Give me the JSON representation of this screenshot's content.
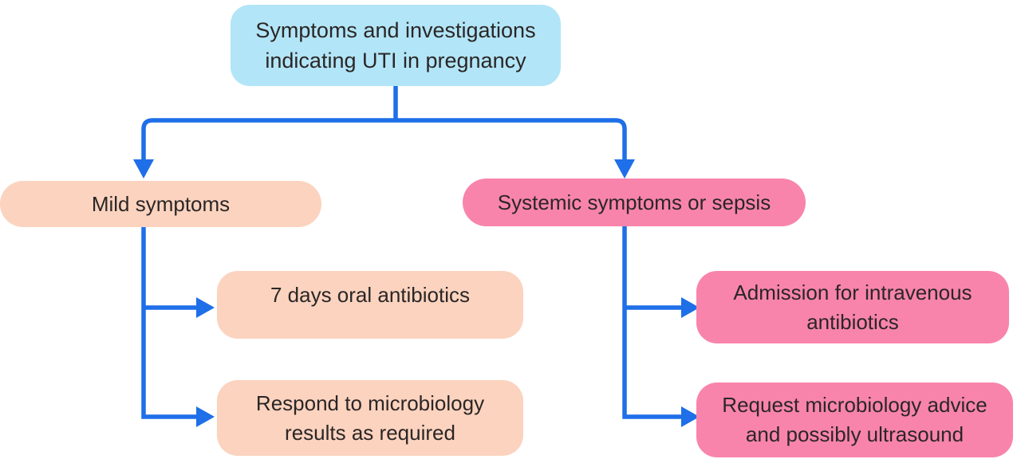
{
  "nodes": {
    "root": {
      "label": "Symptoms and investigations indicating UTI in pregnancy"
    },
    "mild": {
      "label": "Mild symptoms"
    },
    "systemic": {
      "label": "Systemic symptoms or sepsis"
    },
    "mild_child_1": {
      "label": "7 days oral antibiotics"
    },
    "mild_child_2": {
      "label": "Respond to microbiology results as required"
    },
    "systemic_child_1": {
      "label": "Admission for intravenous antibiotics"
    },
    "systemic_child_2": {
      "label": "Request microbiology advice and possibly ultrasound"
    }
  },
  "edges": [
    {
      "from": "root",
      "to": "mild"
    },
    {
      "from": "root",
      "to": "systemic"
    },
    {
      "from": "mild",
      "to": "mild_child_1"
    },
    {
      "from": "mild",
      "to": "mild_child_2"
    },
    {
      "from": "systemic",
      "to": "systemic_child_1"
    },
    {
      "from": "systemic",
      "to": "systemic_child_2"
    }
  ],
  "colors": {
    "root_fill": "#b2e5f7",
    "mild_branch_fill": "#fbd3bf",
    "systemic_branch_fill": "#f884ac",
    "connector": "#1e6fe8",
    "text": "#2b2626",
    "background": "#ffffff"
  }
}
